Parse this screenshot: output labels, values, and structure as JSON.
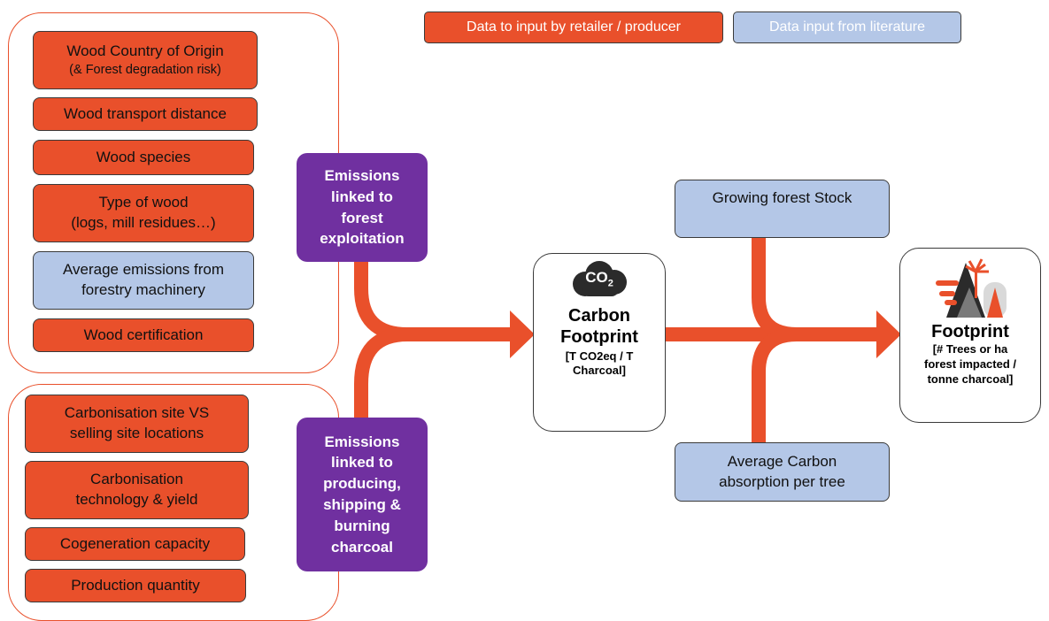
{
  "legend": {
    "retailer": "Data to input by retailer / producer",
    "literature": "Data input from literature"
  },
  "group_forest": {
    "origin_line1": "Wood Country of Origin",
    "origin_line2": "(& Forest degradation risk)",
    "transport": "Wood transport distance",
    "species": "Wood species",
    "type_line1": "Type of wood",
    "type_line2": "(logs, mill residues…)",
    "machinery_line1": "Average emissions from",
    "machinery_line2": "forestry machinery",
    "certification": "Wood certification"
  },
  "group_charcoal": {
    "sites_line1": "Carbonisation site VS",
    "sites_line2": "selling site locations",
    "tech_line1": "Carbonisation",
    "tech_line2": "technology & yield",
    "cogeneration": "Cogeneration capacity",
    "quantity": "Production quantity"
  },
  "emissions_forest": [
    "Emissions",
    "linked to",
    "forest",
    "exploitation"
  ],
  "emissions_charcoal": [
    "Emissions",
    "linked to",
    "producing,",
    "shipping &",
    "burning",
    "charcoal"
  ],
  "carbon_footprint": {
    "icon_text": "CO",
    "icon_sub": "2",
    "title_line1": "Carbon",
    "title_line2": "Footprint",
    "unit_line1": "[T CO2eq / T",
    "unit_line2": "Charcoal]"
  },
  "growing_stock": "Growing forest Stock",
  "absorption_line1": "Average Carbon",
  "absorption_line2": "absorption per tree",
  "footprint": {
    "title": "Footprint",
    "unit_line1": "[# Trees or ha",
    "unit_line2": "forest impacted /",
    "unit_line3": "tonne charcoal]"
  },
  "colors": {
    "retailer": "#e9502b",
    "literature": "#b4c7e7",
    "emissions": "#7030a0",
    "flow": "#e9502b"
  }
}
